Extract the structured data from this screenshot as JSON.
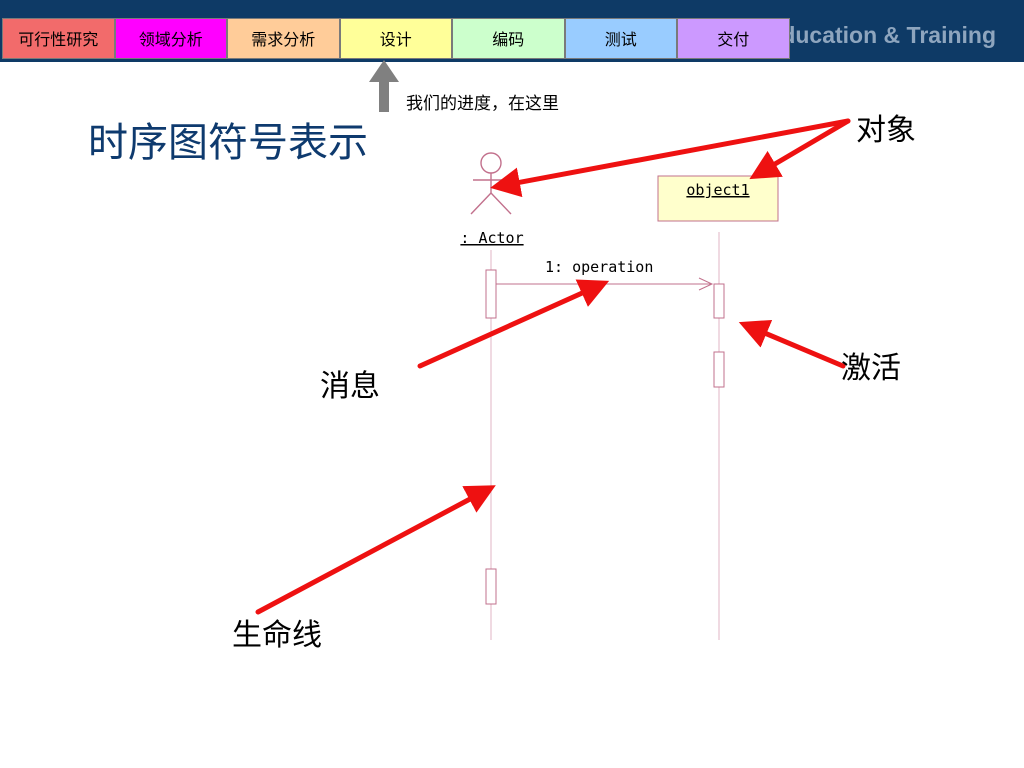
{
  "header": {
    "brand_text": "Education & Training",
    "phases": [
      {
        "label": "可行性研究",
        "color": "#f26b6b"
      },
      {
        "label": "领域分析",
        "color": "#ff00ff"
      },
      {
        "label": "需求分析",
        "color": "#ffcc99"
      },
      {
        "label": "设计",
        "color": "#ffff99"
      },
      {
        "label": "编码",
        "color": "#ccffcc"
      },
      {
        "label": "测试",
        "color": "#99ccff"
      },
      {
        "label": "交付",
        "color": "#cc99ff"
      }
    ],
    "current_phase_index": 3
  },
  "progress_note": "我们的进度，在这里",
  "title": "时序图符号表示",
  "diagram": {
    "actor_label": ": Actor",
    "object_label": "object1",
    "message_label": "1: operation"
  },
  "callouts": {
    "object": "对象",
    "activation": "激活",
    "message": "消息",
    "lifeline": "生命线"
  },
  "colors": {
    "header_band": "#0e3a66",
    "title": "#0e3a6e",
    "callout_arrow": "#ee1111",
    "uml_line": "#c2708c",
    "object_fill": "#ffffcc",
    "progress_arrow": "#808080"
  }
}
